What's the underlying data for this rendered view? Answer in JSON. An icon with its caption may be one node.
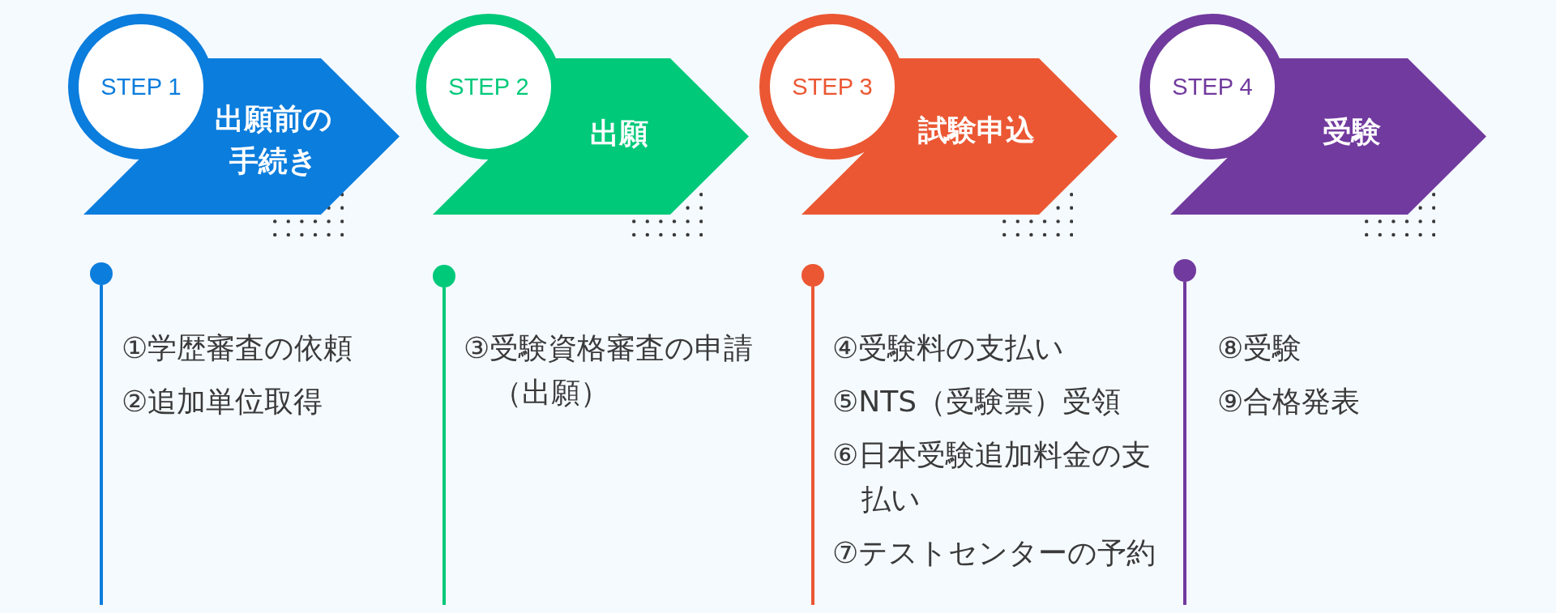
{
  "diagram": {
    "nodes": [
      {
        "text": [
          "STEP 1",
          "出願前の手続き"
        ]
      },
      {
        "text": [
          "STEP 2",
          "出願"
        ]
      },
      {
        "text": [
          "STEP 3",
          "試験申込"
        ]
      },
      {
        "text": [
          "STEP 4",
          "受験"
        ]
      },
      {
        "text": [],
        "shape": "circle"
      },
      {
        "text": [],
        "shape": "circle"
      },
      {
        "text": [],
        "shape": "circle"
      },
      {
        "text": [],
        "shape": "circle"
      }
    ],
    "edges": [
      {
        "from": 4,
        "to": null,
        "arrow": "none",
        "color": "#0b7ddd"
      },
      {
        "from": 5,
        "to": null,
        "arrow": "none",
        "color": "#00c97a"
      },
      {
        "from": 6,
        "to": null,
        "arrow": "none",
        "color": "#eb5733"
      },
      {
        "from": 7,
        "to": null,
        "arrow": "none",
        "color": "#713a9e"
      }
    ],
    "labels": [
      "①学歴審査の依頼",
      "②追加単位取得",
      "③受験資格審査の申請（出願）",
      "④受験料の支払い",
      "⑤NTS（受験票）受領",
      "⑥日本受験追加料金の支払い",
      "⑦テストセンターの予約",
      "⑧受験",
      "⑨合格発表"
    ]
  }
}
